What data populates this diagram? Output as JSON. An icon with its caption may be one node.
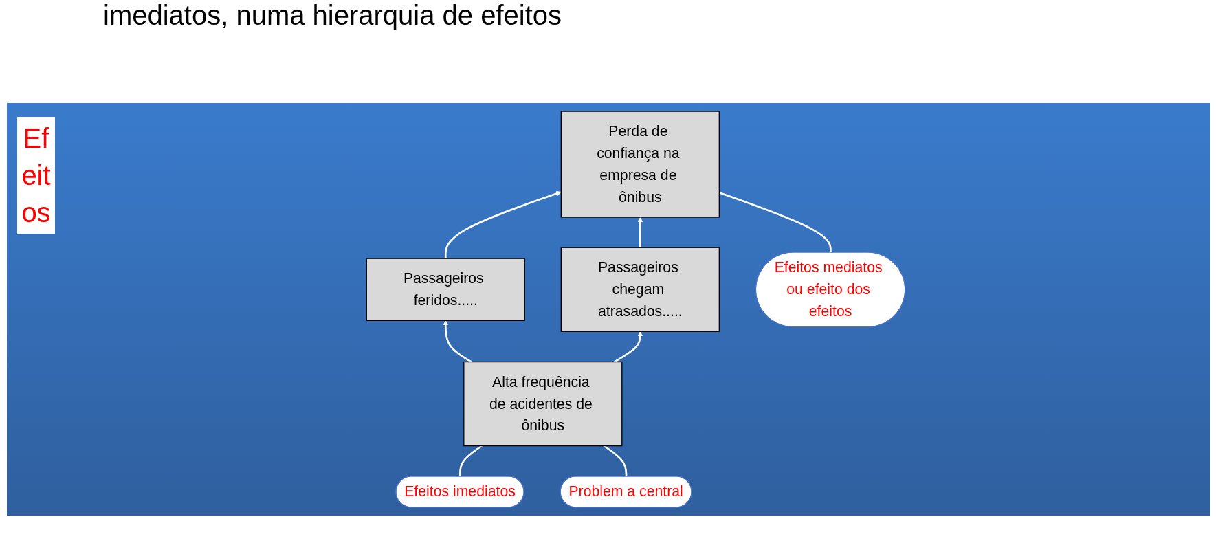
{
  "diagram": {
    "title": "imediatos, numa hierarquia de efeitos",
    "nodes": [
      {
        "text": [
          "Efeitos imediatos"
        ]
      },
      {
        "text": [
          "Efeitos mediatos ou efeito dos efeitos"
        ]
      },
      {
        "text": [
          "Perda de confiança na empresa de ônibus"
        ]
      },
      {
        "text": [
          "Passageiros feridos....."
        ]
      },
      {
        "text": [
          "Passageiros chegam atrasados....."
        ]
      },
      {
        "text": [
          "Alta frequência de acidentes de ônibus"
        ]
      },
      {
        "text": [
          "Problem a central"
        ]
      }
    ],
    "edges": [
      {
        "from": 5,
        "to": 3,
        "arrow": "to"
      },
      {
        "from": 5,
        "to": 4,
        "arrow": "to"
      },
      {
        "from": 3,
        "to": 2,
        "arrow": "to"
      },
      {
        "from": 4,
        "to": 2,
        "arrow": "to"
      },
      {
        "from": 0,
        "to": 5,
        "arrow": "none"
      },
      {
        "from": 1,
        "to": 2,
        "arrow": "none"
      },
      {
        "from": 6,
        "to": 5,
        "arrow": "none"
      }
    ],
    "labels": [
      "Efeitos"
    ]
  }
}
